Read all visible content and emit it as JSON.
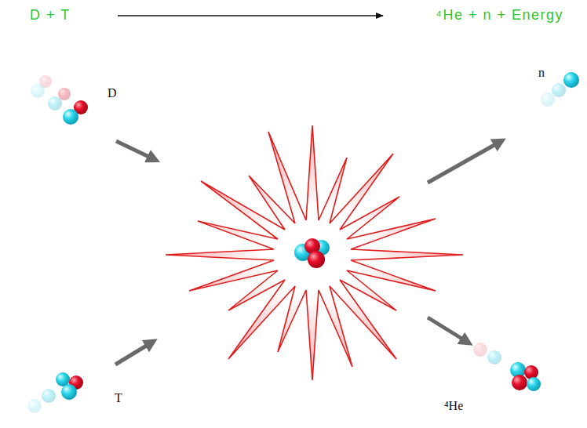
{
  "diagram": {
    "labels": [
      "D + T",
      "⁴He + n + Energy",
      "D",
      "n",
      "T",
      "⁴He"
    ]
  }
}
